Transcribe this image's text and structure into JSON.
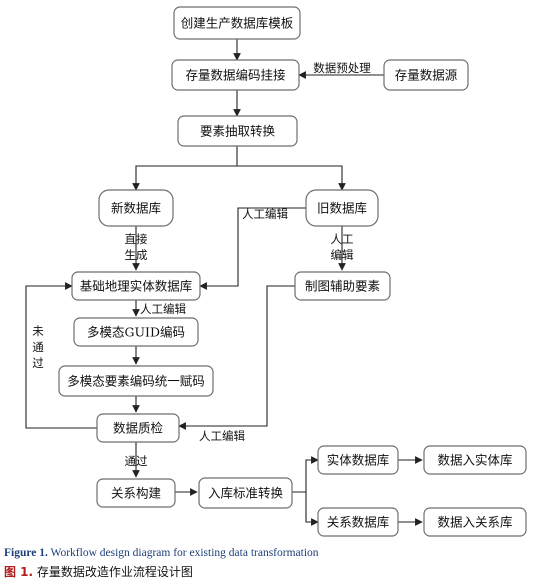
{
  "nodes": {
    "create_template": "创建生产数据库模板",
    "stock_coding": "存量数据编码挂接",
    "stock_source": "存量数据源",
    "element_extract": "要素抽取转换",
    "new_db": "新数据库",
    "old_db": "旧数据库",
    "base_geo_db": "基础地理实体数据库",
    "cart_aux": "制图辅助要素",
    "guid_code": "多模态GUID编码",
    "unified_code": "多模态要素编码统一赋码",
    "quality_check": "数据质检",
    "relation_build": "关系构建",
    "std_convert": "入库标准转换",
    "entity_db": "实体数据库",
    "relation_db": "关系数据库",
    "to_entity_db": "数据入实体库",
    "to_relation_db": "数据入关系库"
  },
  "edge_labels": {
    "preprocess": "数据预处理",
    "direct_1": "直接",
    "direct_2": "生成",
    "manual_edit_1": "人工编辑",
    "manual_2a": "人工",
    "manual_2b": "编辑",
    "manual_edit_3": "人工编辑",
    "manual_edit_4": "人工编辑",
    "fail_1": "未",
    "fail_2": "通",
    "fail_3": "过",
    "pass": "通过"
  },
  "caption": {
    "en_label": "Figure 1.",
    "en_text": "Workflow design diagram for existing data transformation",
    "cn_label": "图 1.",
    "cn_text": "存量数据改造作业流程设计图"
  }
}
